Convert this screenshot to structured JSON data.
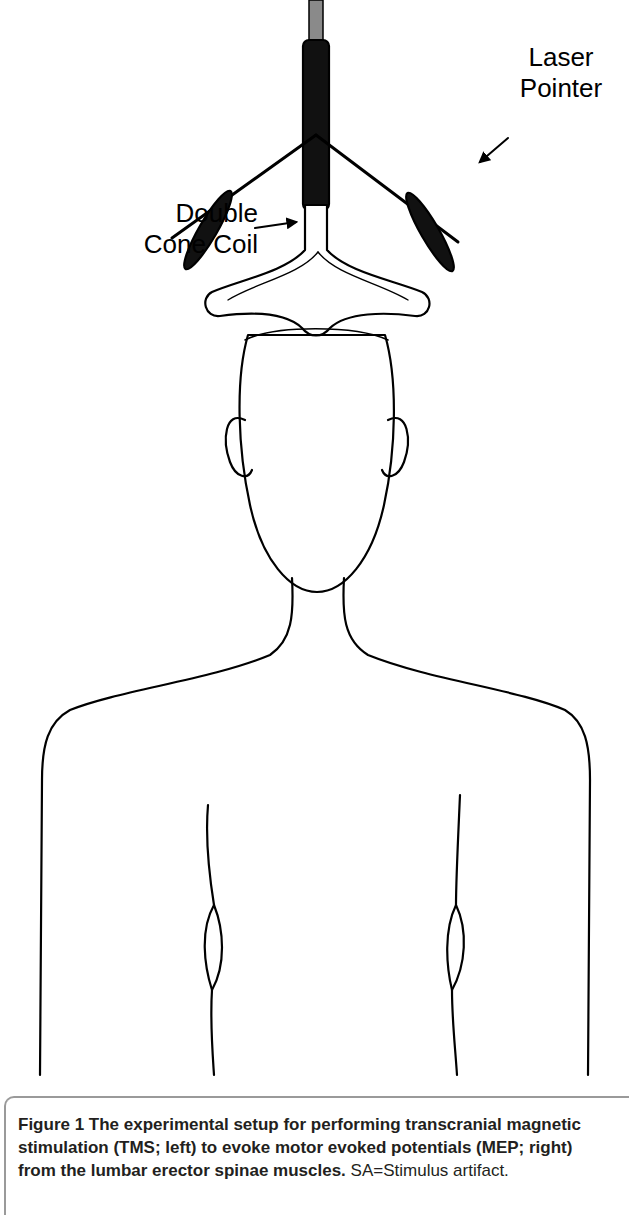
{
  "diagram": {
    "caption": "Figure 1 The experimental setup for performing transcranial magnetic stimulation (TMS; left) to evoke motor evoked potentials (MEP; right) from the lumbar erector spinae muscles.",
    "labels": [
      "Laser Pointer",
      "Double Cone Coil",
      "SA=Stimulus artifact."
    ]
  }
}
